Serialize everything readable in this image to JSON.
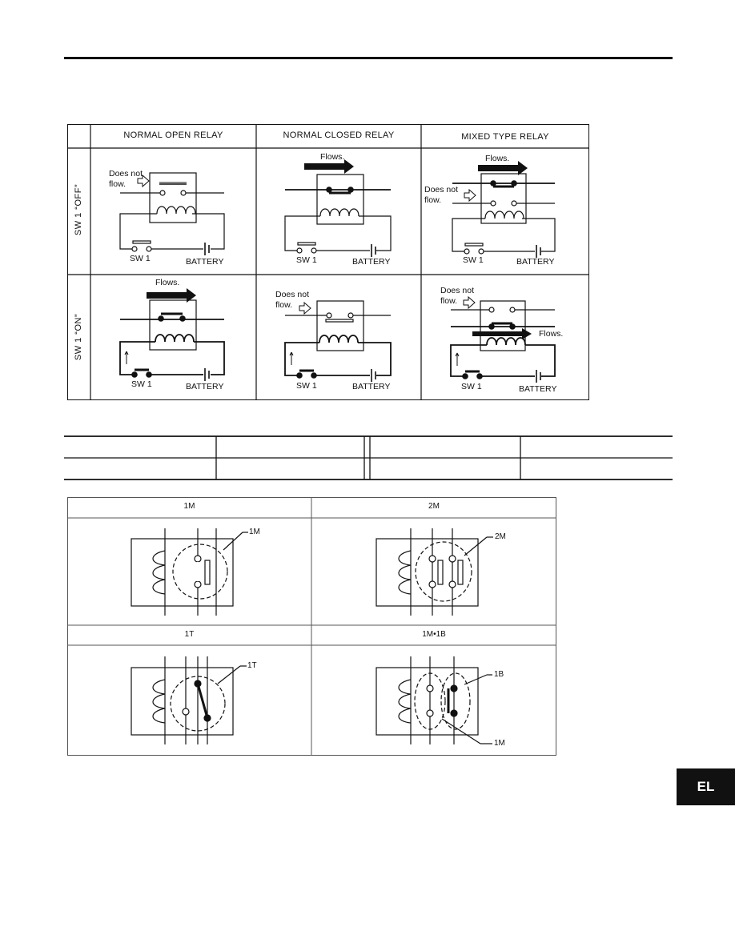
{
  "relay_table": {
    "headers": [
      "NORMAL OPEN RELAY",
      "NORMAL CLOSED RELAY",
      "MIXED TYPE RELAY"
    ],
    "rows": [
      "SW 1 “OFF”",
      "SW 1 “ON”"
    ],
    "labels": {
      "does_not": "Does not",
      "flow": "flow.",
      "flows": "Flows.",
      "sw1": "SW 1",
      "battery": "BATTERY"
    }
  },
  "contact_types": {
    "headers": [
      "1M",
      "2M",
      "1T",
      "1M•1B"
    ],
    "callouts": {
      "m1": "1M",
      "m2": "2M",
      "t1": "1T",
      "b1": "1B",
      "m1b": "1M"
    }
  },
  "tab": {
    "label": "EL"
  }
}
